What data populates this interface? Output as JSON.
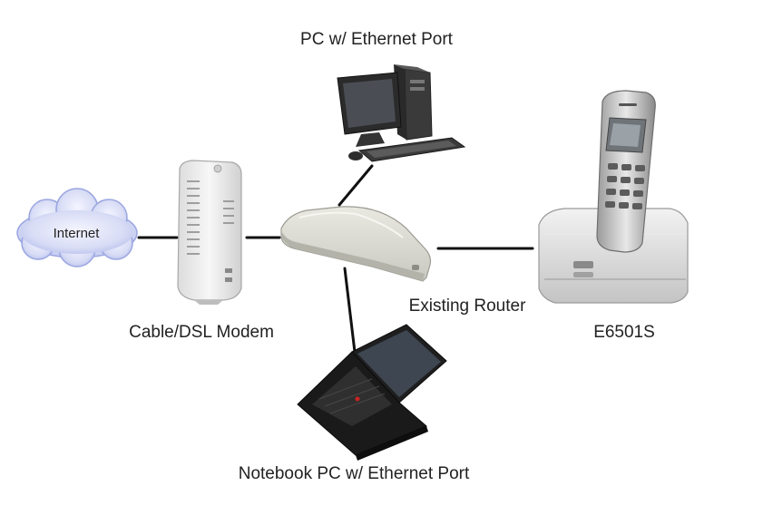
{
  "nodes": {
    "internet": {
      "label": "Internet",
      "icon": "cloud-icon"
    },
    "modem": {
      "label": "Cable/DSL Modem",
      "icon": "modem-icon"
    },
    "router": {
      "label": "Existing Router",
      "icon": "router-icon"
    },
    "pc": {
      "label": "PC w/ Ethernet Port",
      "icon": "desktop-pc-icon"
    },
    "notebook": {
      "label": "Notebook PC w/ Ethernet Port",
      "icon": "laptop-icon"
    },
    "phone": {
      "label": "E6501S",
      "icon": "cordless-phone-icon"
    }
  },
  "connections": [
    {
      "from": "internet",
      "to": "modem"
    },
    {
      "from": "modem",
      "to": "router"
    },
    {
      "from": "router",
      "to": "pc"
    },
    {
      "from": "router",
      "to": "notebook"
    },
    {
      "from": "router",
      "to": "phone"
    }
  ],
  "colors": {
    "link": "#111111",
    "cloud_fill": "#d8dcf5",
    "cloud_edge": "#9aa6e0"
  }
}
